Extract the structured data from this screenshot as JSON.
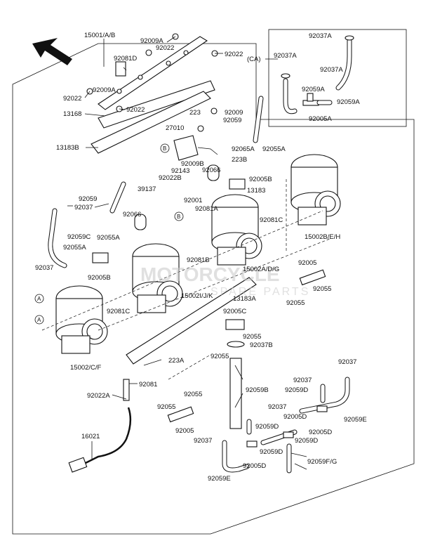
{
  "diagram": {
    "inset_label": "(CA)",
    "watermark": {
      "line1": "MOTORCYCLE",
      "line2": "SPARE PARTS"
    },
    "labels": {
      "p15001": "15001/A/B",
      "p92009A_top": "92009A",
      "p92022_a": "92022",
      "p92022_b": "92022",
      "p92081D": "92081D",
      "p92022_c": "92022",
      "p92009A_mid": "92009A",
      "p13168": "13168",
      "p92022_d": "92022",
      "p223_top": "223",
      "p92009": "92009",
      "p92059_top": "92059",
      "p27010": "27010",
      "p13183B": "13183B",
      "p92037A_a": "92037A",
      "p92037A_b": "92037A",
      "p92037A_c": "92037A",
      "p92059A_a": "92059A",
      "p92059A_b": "92059A",
      "p92005A_ca": "92005A",
      "p92065A": "92065A",
      "p92055A_top": "92055A",
      "p223B": "223B",
      "p92009B": "92009B",
      "p92143": "92143",
      "p92022B": "92022B",
      "p92066_a": "92066",
      "p92005B_r": "92005B",
      "p13183": "13183",
      "p92059_l": "92059",
      "p39137": "39137",
      "p92037_l": "92037",
      "p92001": "92001",
      "p92081A": "92081A",
      "p92066_b": "92066",
      "p92081C_r": "92081C",
      "p15002BEH": "15002B/E/H",
      "p92059C": "92059C",
      "p92055A_l": "92055A",
      "p92055A_l2": "92055A",
      "p92037_l2": "92037",
      "p92005B_l": "92005B",
      "p92081B": "92081B",
      "p15002ADG": "15002A/D/G",
      "p92005_r": "92005",
      "p92055_r1": "92055",
      "p92055_r2": "92055",
      "p15002IJK": "15002I/J/K",
      "p13183A": "13183A",
      "p92081C_l": "92081C",
      "p92005C": "92005C",
      "p92055_m": "92055",
      "p92037B": "92037B",
      "p92055_m2": "92055",
      "p15002CF": "15002/C/F",
      "p223A": "223A",
      "p92081": "92081",
      "p92022A": "92022A",
      "p92055_b": "92055",
      "p92055_b2": "92055",
      "p92005_b": "92005",
      "p92059B": "92059B",
      "p16021": "16021",
      "p92037_br1": "92037",
      "p92037_br2": "92037",
      "p92059D_1": "92059D",
      "p92037_br3": "92037",
      "p92005D_1": "92005D",
      "p92059D_2": "92059D",
      "p92005D_2": "92005D",
      "p92059D_3": "92059D",
      "p92059E_r": "92059E",
      "p92037_br4": "92037",
      "p92059D_4": "92059D",
      "p92005D_3": "92005D",
      "p92059FG": "92059F/G",
      "p92059E_b": "92059E",
      "ref_a1": "A",
      "ref_a2": "A",
      "ref_b1": "B",
      "ref_b2": "B"
    }
  }
}
